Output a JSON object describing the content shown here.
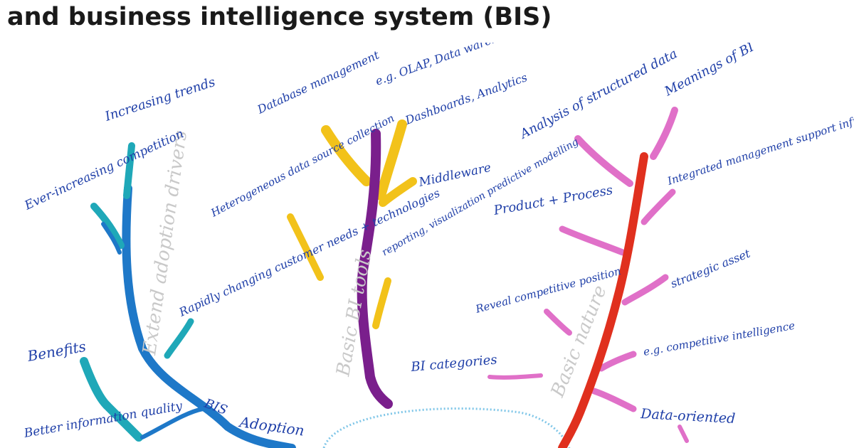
{
  "title": "and business intelligence system (BIS)",
  "colors": {
    "ink": "#1f3fa8",
    "blue_branch": "#1e78c8",
    "teal_branch": "#1fa8b8",
    "purple_branch": "#7a1f8c",
    "yellow_branch": "#f2c21a",
    "red_branch": "#e0301e",
    "pink_branch": "#e070c8",
    "pencil": "#c9c9c9"
  },
  "tree_left": {
    "trunk_label": "Extend adoption drivers",
    "branches": [
      "Increasing trends",
      "Ever-increasing competition",
      "Rapidly changing customer needs + technologies",
      "Benefits",
      "Better information quality"
    ],
    "root_labels": [
      "BIS",
      "Adoption"
    ]
  },
  "tree_middle": {
    "trunk_label": "Basic BI tools",
    "branches": [
      "Database management",
      "e.g. OLAP, Data warehouse",
      "Dashboards, Analytics",
      "Middleware",
      "Heterogeneous data source collection",
      "reporting, visualization predictive modelling"
    ]
  },
  "tree_right": {
    "trunk_label": "Basic nature",
    "branches": [
      "Analysis of structured data",
      "Meanings of BI",
      "Integrated management support infrastructure",
      "Product + Process",
      "strategic asset",
      "Reveal competitive position",
      "e.g. competitive intelligence",
      "BI categories",
      "Data-oriented"
    ]
  }
}
